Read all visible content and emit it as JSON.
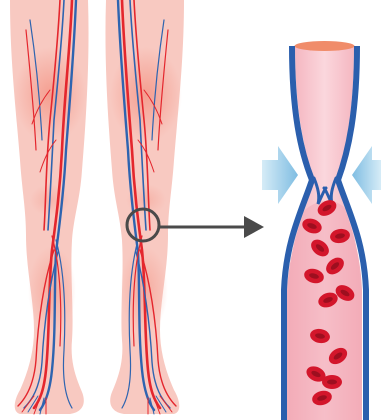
{
  "colors": {
    "skin": "#f8c9c1",
    "skin_glow": "#f4998a",
    "artery": "#e4262d",
    "vein": "#2e64b0",
    "vessel_wall": "#2b5fad",
    "vessel_interior": "#f7c2cb",
    "vessel_cap": "#f08c6a",
    "blood_cell": "#d3162b",
    "blood_cell_center": "#9d0f1f",
    "pressure_arrow": "#8fc6e6",
    "connector": "#4a4a4a"
  },
  "illustration": {
    "left_panel": "legs-with-veins-and-arteries",
    "right_panel": "magnified-vein-with-damaged-valve",
    "pressure_arrows": 2,
    "blood_cells": 13
  }
}
